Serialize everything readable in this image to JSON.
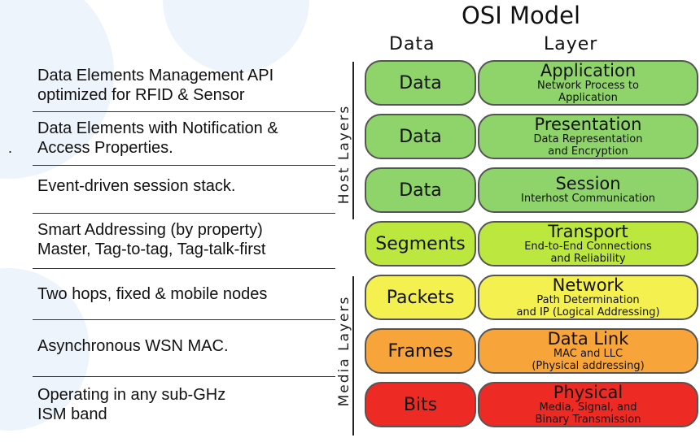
{
  "title": "OSI Model",
  "columns": {
    "data": "Data",
    "layer": "Layer"
  },
  "side_labels": {
    "host": "Host Layers",
    "media": "Media Layers"
  },
  "bullet": ".",
  "left_items": [
    {
      "lines": [
        "Data Elements Management API",
        "optimized for RFID & Sensor"
      ]
    },
    {
      "lines": [
        "Data Elements with Notification &",
        "Access Properties."
      ]
    },
    {
      "lines": [
        "Event-driven session stack."
      ]
    },
    {
      "lines": [
        "Smart Addressing (by property)",
        "Master, Tag-to-tag, Tag-talk-first"
      ]
    },
    {
      "lines": [
        "Two hops, fixed & mobile nodes"
      ]
    },
    {
      "lines": [
        "Asynchronous WSN MAC."
      ]
    },
    {
      "lines": [
        "Operating in any sub-GHz",
        "ISM band"
      ]
    }
  ],
  "layers": [
    {
      "data": "Data",
      "name": "Application",
      "desc": [
        "Network Process to",
        "Application"
      ],
      "color": "#8fd46a"
    },
    {
      "data": "Data",
      "name": "Presentation",
      "desc": [
        "Data Representation",
        "and Encryption"
      ],
      "color": "#8fd46a"
    },
    {
      "data": "Data",
      "name": "Session",
      "desc": [
        "Interhost Communication"
      ],
      "color": "#8fd46a"
    },
    {
      "data": "Segments",
      "name": "Transport",
      "desc": [
        "End-to-End Connections",
        "and Reliability"
      ],
      "color": "#bce73e"
    },
    {
      "data": "Packets",
      "name": "Network",
      "desc": [
        "Path Determination",
        "and IP (Logical Addressing)"
      ],
      "color": "#f4f04f"
    },
    {
      "data": "Frames",
      "name": "Data Link",
      "desc": [
        "MAC and LLC",
        "(Physical addressing)"
      ],
      "color": "#f7a53b"
    },
    {
      "data": "Bits",
      "name": "Physical",
      "desc": [
        "Media, Signal, and",
        "Binary Transmission"
      ],
      "color": "#ee2a24"
    }
  ]
}
